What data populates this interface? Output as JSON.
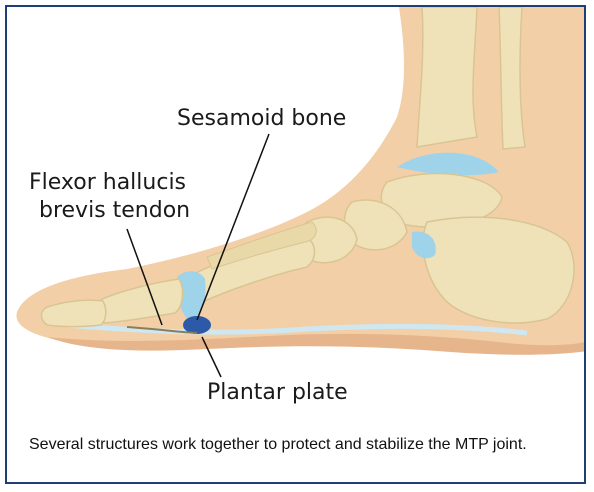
{
  "labels": {
    "sesamoid": "Sesamoid bone",
    "flexor_line1": "Flexor hallucis",
    "flexor_line2": "brevis tendon",
    "plantar": "Plantar plate"
  },
  "caption": "Several structures work together to protect and stabilize the MTP joint.",
  "colors": {
    "frame": "#1f3f73",
    "skin": "#f3cfa8",
    "skin_shadow": "#e7b58b",
    "bone": "#efe2b8",
    "bone_shade": "#d9c592",
    "cartilage": "#9fd3ea",
    "sesamoid": "#2c5aa8",
    "plate": "#cfe7f1"
  }
}
